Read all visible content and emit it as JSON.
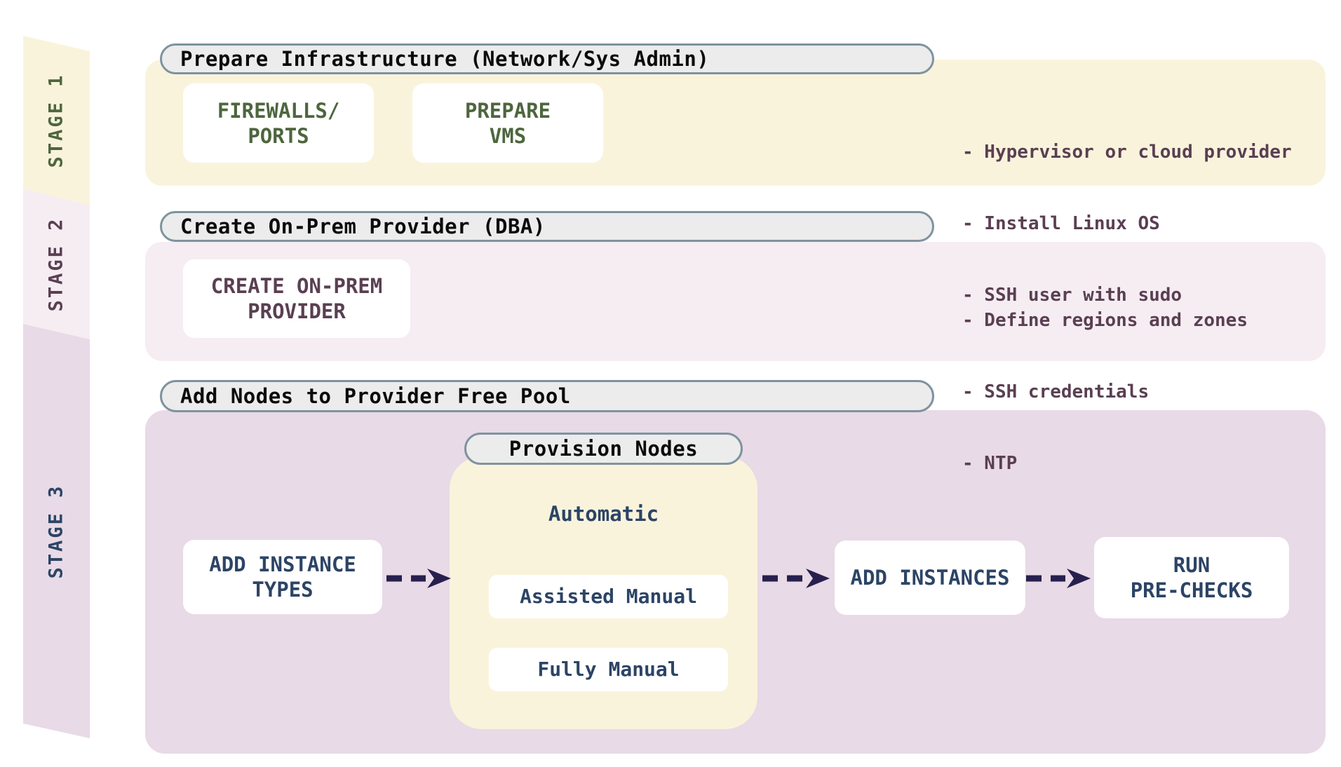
{
  "colors": {
    "stage1_bg": "#FAF3DC",
    "stage2_bg": "#F5EDF2",
    "stage3_bg": "#E8DAE6",
    "stage1_text": "#4D663E",
    "stage2_text": "#5A3F52",
    "stage3_text": "#2C4466",
    "pill_bg": "#ECECEC",
    "pill_border": "#7E939F",
    "pill_text": "#0B0B0B",
    "arrow": "#27204E",
    "box_bg": "#FFFFFF"
  },
  "stage1": {
    "ribbon_label": "STAGE 1",
    "title": "Prepare Infrastructure (Network/Sys Admin)",
    "box_firewalls_line1": "FIREWALLS/",
    "box_firewalls_line2": "PORTS",
    "box_vms_line1": "PREPARE",
    "box_vms_line2": "VMS",
    "bullet1": "- Hypervisor or cloud provider",
    "bullet2": "- Install Linux OS",
    "bullet3": "- SSH user with sudo"
  },
  "stage2": {
    "ribbon_label": "STAGE 2",
    "title": "Create On-Prem Provider (DBA)",
    "box_provider_line1": "CREATE ON-PREM",
    "box_provider_line2": "PROVIDER",
    "bullet1": "- Define regions and zones",
    "bullet2": "- SSH credentials",
    "bullet3": "- NTP"
  },
  "stage3": {
    "ribbon_label": "STAGE 3",
    "title": "Add Nodes to Provider Free Pool",
    "box_instance_types_line1": "ADD INSTANCE",
    "box_instance_types_line2": "TYPES",
    "provision_title": "Provision Nodes",
    "provision_automatic": "Automatic",
    "provision_assisted": "Assisted Manual",
    "provision_fully": "Fully Manual",
    "box_add_instances": "ADD INSTANCES",
    "box_prechecks_line1": "RUN",
    "box_prechecks_line2": "PRE-CHECKS"
  }
}
